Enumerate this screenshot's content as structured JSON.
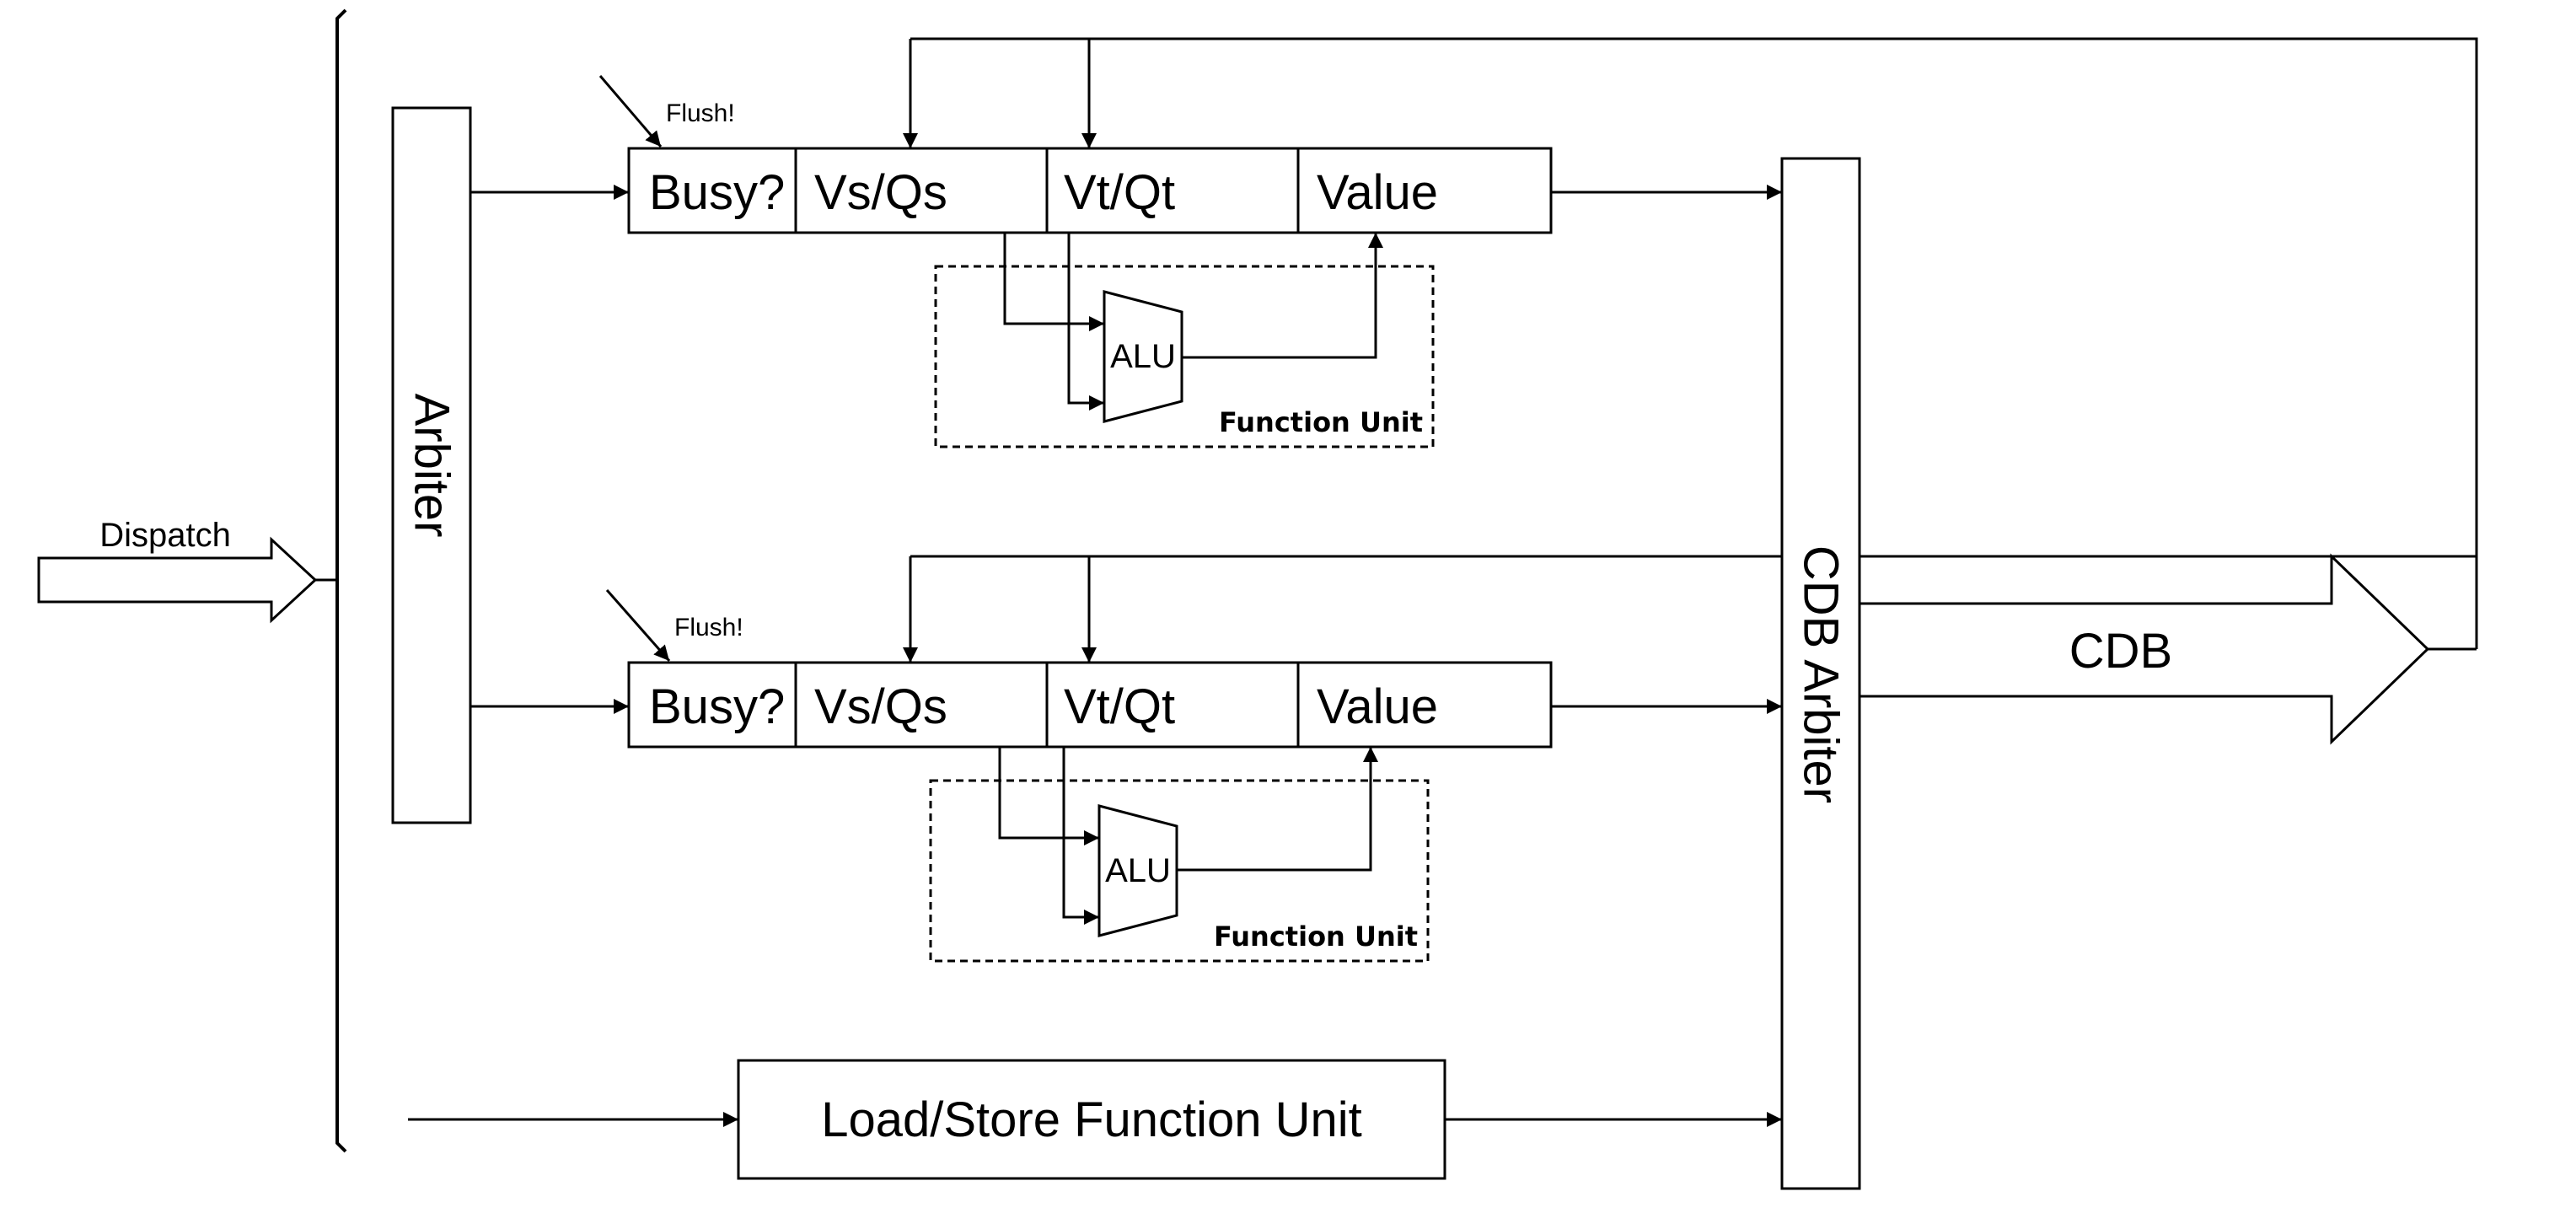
{
  "diagram": {
    "dispatch_label": "Dispatch",
    "arbiter_label": "Arbiter",
    "cdb_arbiter_label": "CDB Arbiter",
    "cdb_label": "CDB",
    "load_store_label": "Load/Store Function Unit",
    "stations": [
      {
        "flush_label": "Flush!",
        "fields": [
          "Busy?",
          "Vs/Qs",
          "Vt/Qt",
          "Value"
        ],
        "alu_label": "ALU",
        "fu_label": "Function Unit"
      },
      {
        "flush_label": "Flush!",
        "fields": [
          "Busy?",
          "Vs/Qs",
          "Vt/Qt",
          "Value"
        ],
        "alu_label": "ALU",
        "fu_label": "Function Unit"
      }
    ]
  }
}
